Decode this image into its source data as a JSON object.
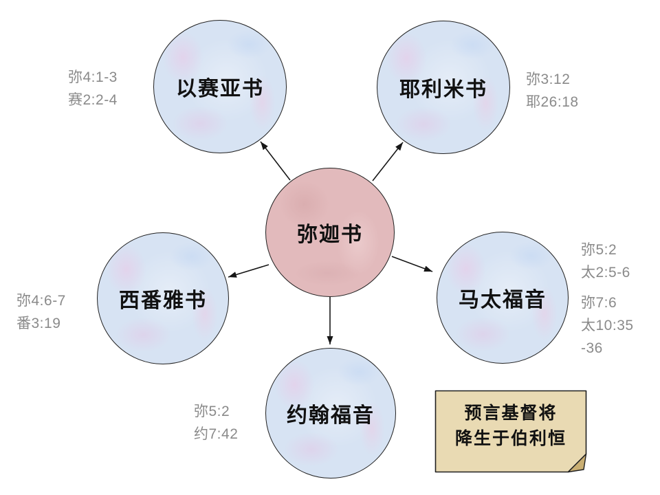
{
  "center_node": {
    "label": "弥迦书"
  },
  "nodes": [
    {
      "id": "isaiah",
      "label": "以赛亚书",
      "refs": [
        "弥4:1-3",
        "赛2:2-4"
      ]
    },
    {
      "id": "jeremiah",
      "label": "耶利米书",
      "refs": [
        "弥3:12",
        "耶26:18"
      ]
    },
    {
      "id": "zephaniah",
      "label": "西番雅书",
      "refs": [
        "弥4:6-7",
        "番3:19"
      ]
    },
    {
      "id": "matthew",
      "label": "马太福音",
      "refs": [
        "弥5:2",
        "太2:5-6"
      ],
      "refs2": [
        "弥7:6",
        "太10:35",
        "-36"
      ]
    },
    {
      "id": "john",
      "label": "约翰福音",
      "refs": [
        "弥5:2",
        "约7:42"
      ]
    }
  ],
  "note": {
    "lines": [
      "预言基督将",
      "降生于伯利恒"
    ]
  },
  "colors": {
    "node_fill": "#d7e3f3",
    "node_mottle": "#e7cde9",
    "center_fill": "#e2babc",
    "note_fill": "#e9dab3",
    "note_fold": "#c9ae72",
    "ref_text": "#8a8a8a",
    "outline": "#1f1f1f",
    "background": "#ffffff"
  }
}
